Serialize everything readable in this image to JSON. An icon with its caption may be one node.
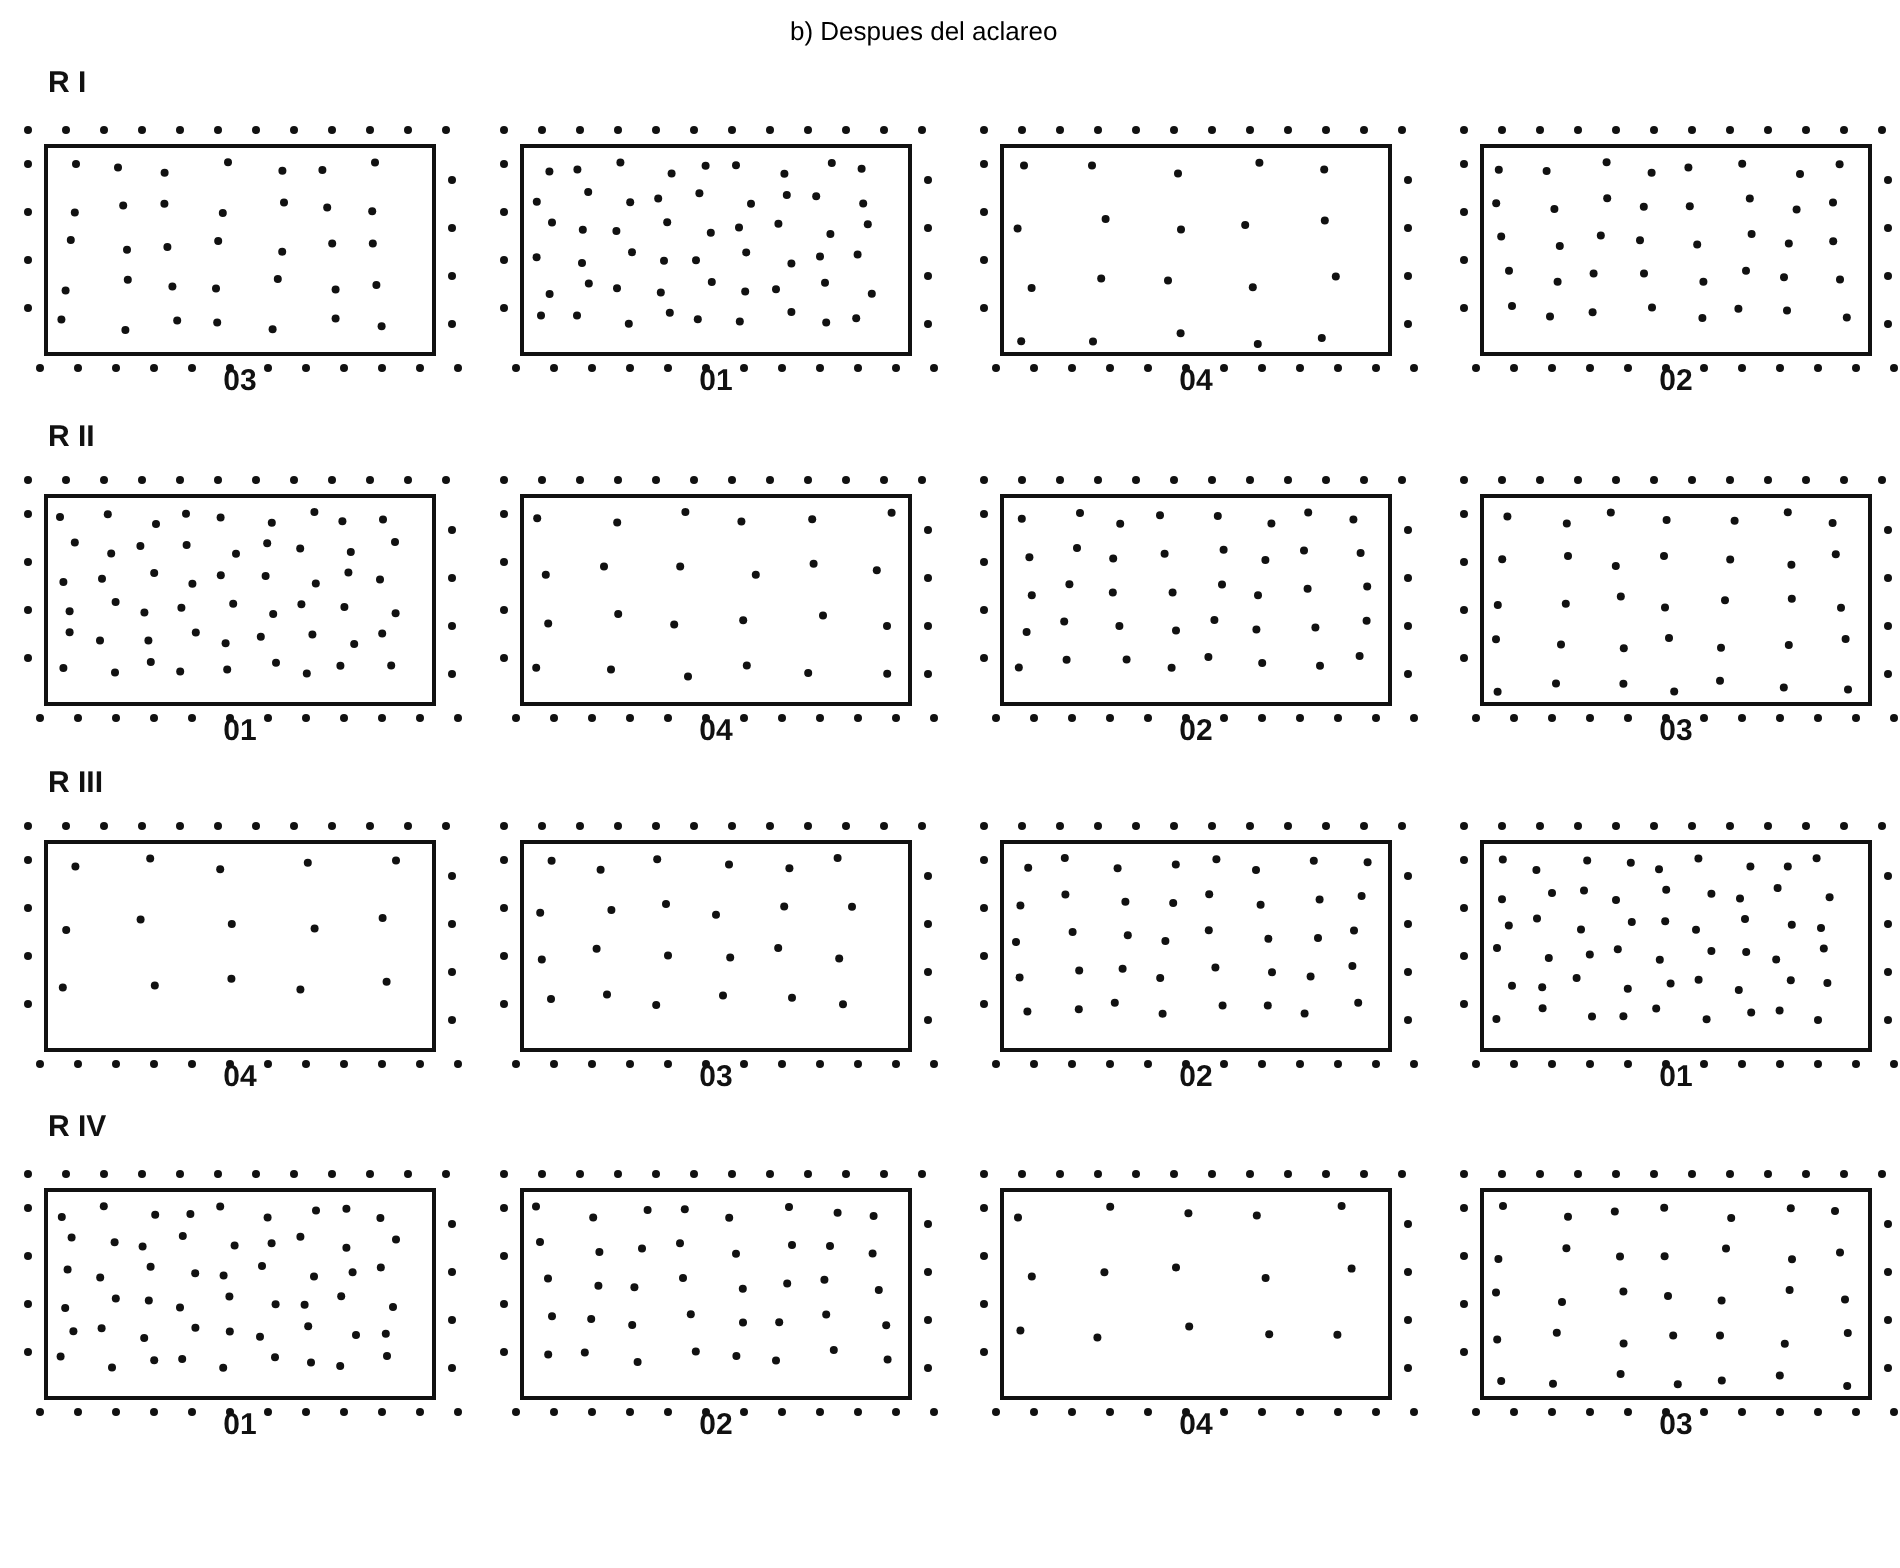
{
  "diagram": {
    "title": "b) Despues del aclareo",
    "nodes": [
      {
        "text": [
          "03"
        ]
      },
      {
        "text": [
          "01"
        ]
      },
      {
        "text": [
          "04"
        ]
      },
      {
        "text": [
          "02"
        ]
      },
      {
        "text": [
          "01"
        ]
      },
      {
        "text": [
          "04"
        ]
      },
      {
        "text": [
          "02"
        ]
      },
      {
        "text": [
          "03"
        ]
      },
      {
        "text": [
          "04"
        ]
      },
      {
        "text": [
          "03"
        ]
      },
      {
        "text": [
          "02"
        ]
      },
      {
        "text": [
          "01"
        ]
      },
      {
        "text": [
          "01"
        ]
      },
      {
        "text": [
          "02"
        ]
      },
      {
        "text": [
          "04"
        ]
      },
      {
        "text": [
          "03"
        ]
      }
    ],
    "edges": [],
    "labels": [
      "R I",
      "R II",
      "R III",
      "R IV"
    ]
  }
}
